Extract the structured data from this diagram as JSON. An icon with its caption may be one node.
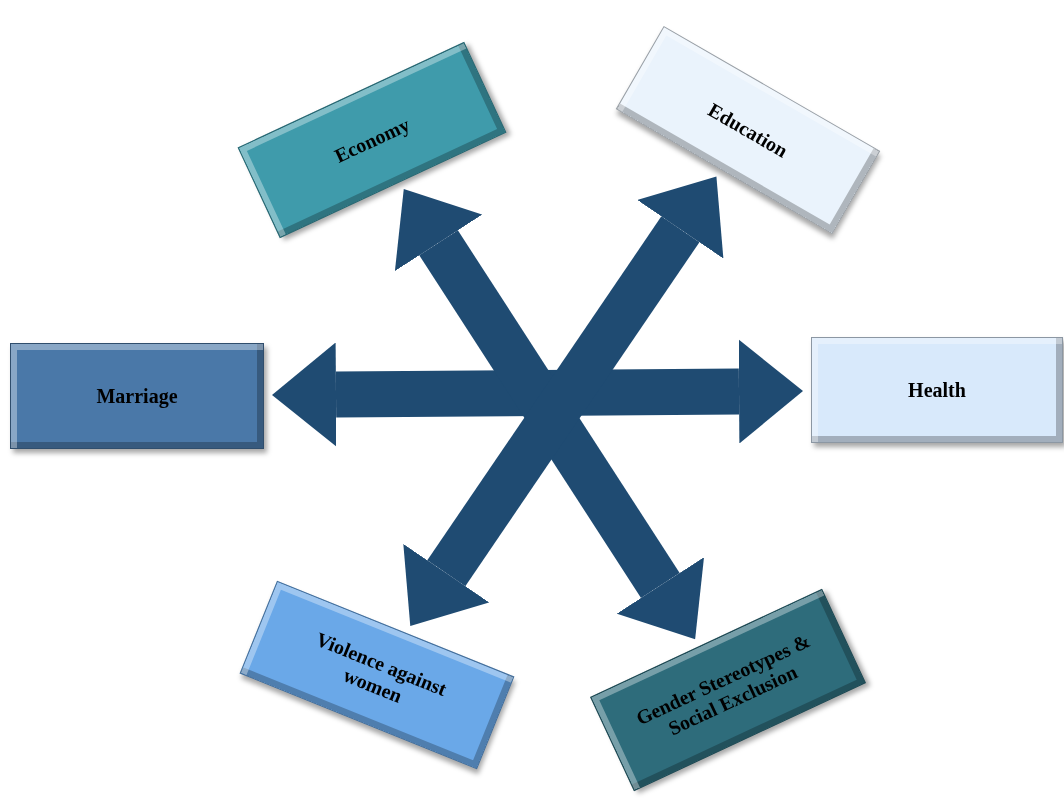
{
  "diagram": {
    "nodes": [
      {
        "text": [
          "Economy"
        ]
      },
      {
        "text": [
          "Education"
        ]
      },
      {
        "text": [
          "Marriage"
        ]
      },
      {
        "text": [
          "Health"
        ]
      },
      {
        "text": [
          "Violence against women"
        ]
      },
      {
        "text": [
          "Gender Stereotypes & Social Exclusion"
        ]
      }
    ],
    "edges": [
      {
        "from": 2,
        "to": 3,
        "arrow": "both"
      },
      {
        "from": 0,
        "to": 5,
        "arrow": "both"
      },
      {
        "from": 1,
        "to": 4,
        "arrow": "both"
      }
    ]
  }
}
